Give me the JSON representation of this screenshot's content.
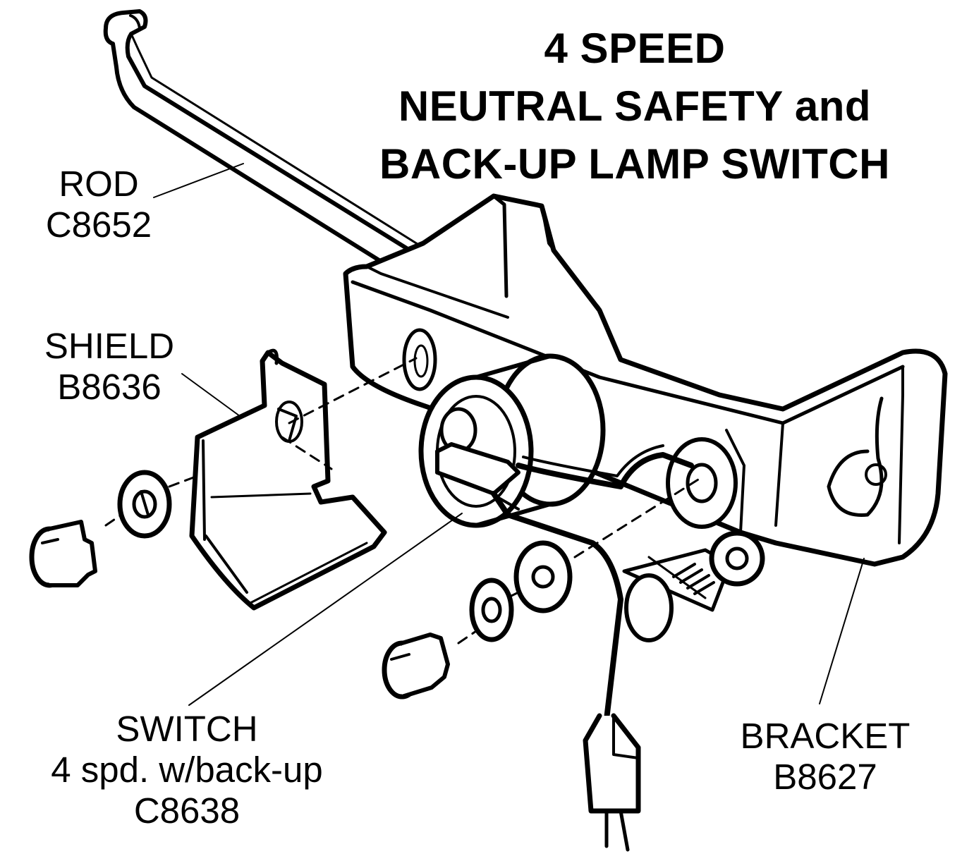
{
  "title": {
    "line1": "4 SPEED",
    "line2": "NEUTRAL SAFETY and",
    "line3": "BACK-UP LAMP SWITCH"
  },
  "callouts": {
    "rod": {
      "name": "ROD",
      "part_number": "C8652"
    },
    "shield": {
      "name": "SHIELD",
      "part_number": "B8636"
    },
    "switch": {
      "name": "SWITCH",
      "description": "4 spd. w/back-up",
      "part_number": "C8638"
    },
    "bracket": {
      "name": "BRACKET",
      "part_number": "B8627"
    }
  },
  "colors": {
    "ink": "#000000",
    "paper": "#ffffff"
  }
}
